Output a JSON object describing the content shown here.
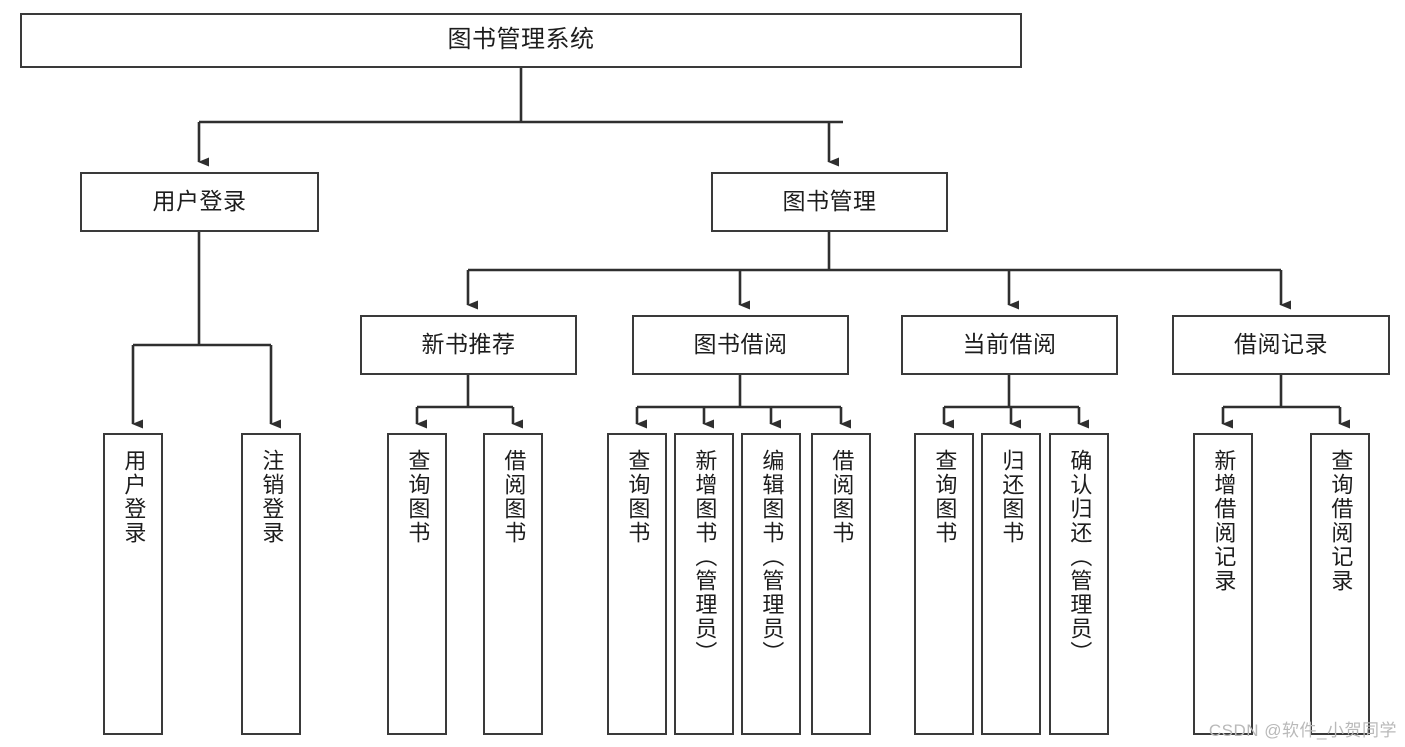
{
  "diagram": {
    "title": "图书管理系统",
    "watermark": "CSDN @软件_小贺同学",
    "type": "hierarchy-tree",
    "levels": 4,
    "nodes": {
      "root": {
        "label": "图书管理系统"
      },
      "tier2": [
        {
          "label": "用户登录"
        },
        {
          "label": "图书管理"
        }
      ],
      "tier3": [
        {
          "label": "新书推荐"
        },
        {
          "label": "图书借阅"
        },
        {
          "label": "当前借阅"
        },
        {
          "label": "借阅记录"
        }
      ],
      "leaves_user_login": [
        {
          "label": "用户登录"
        },
        {
          "label": "注销登录"
        }
      ],
      "leaves_new_book": [
        {
          "label": "查询图书"
        },
        {
          "label": "借阅图书"
        }
      ],
      "leaves_borrow": [
        {
          "label": "查询图书"
        },
        {
          "label": "新增图书（管理员）"
        },
        {
          "label": "编辑图书（管理员）"
        },
        {
          "label": "借阅图书"
        }
      ],
      "leaves_current": [
        {
          "label": "查询图书"
        },
        {
          "label": "归还图书"
        },
        {
          "label": "确认归还（管理员）"
        }
      ],
      "leaves_record": [
        {
          "label": "新增借阅记录"
        },
        {
          "label": "查询借阅记录"
        }
      ]
    },
    "colors": {
      "stroke": "#3a3a3a",
      "fill": "#ffffff",
      "text": "#1d1d1d",
      "watermark": "#b9b9b9"
    }
  }
}
